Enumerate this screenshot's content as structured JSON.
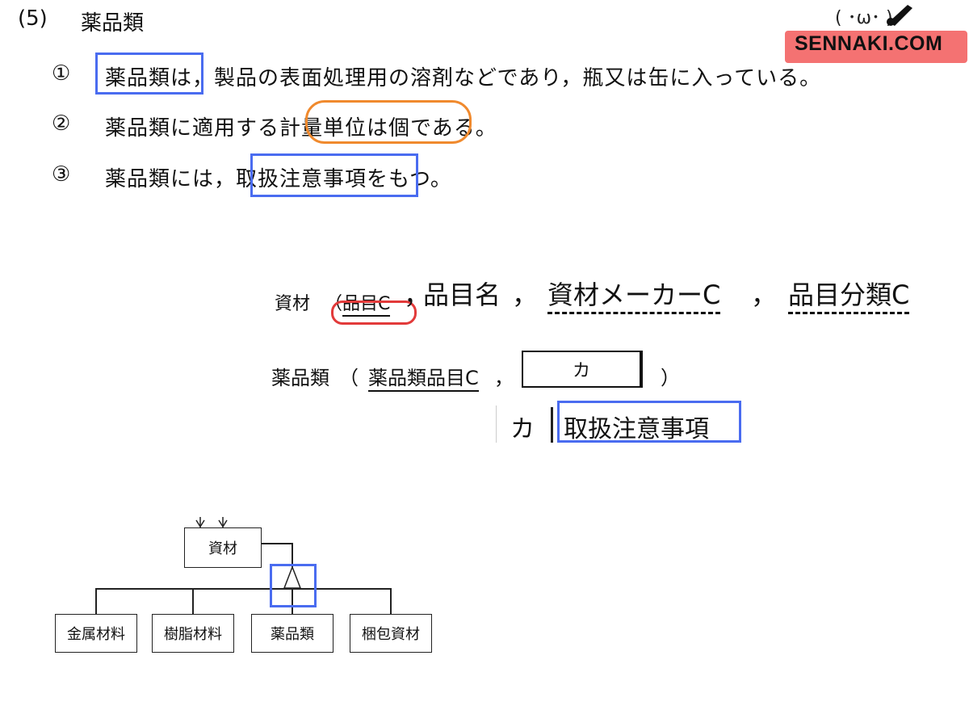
{
  "section": {
    "number": "(5)",
    "title": "薬品類"
  },
  "items": [
    {
      "marker": "①",
      "text": "薬品類は，製品の表面処理用の溶剤などであり，瓶又は缶に入っている。"
    },
    {
      "marker": "②",
      "text": "薬品類に適用する計量単位は個である。"
    },
    {
      "marker": "③",
      "text": "薬品類には，取扱注意事項をもつ。"
    }
  ],
  "relations": {
    "shizai": {
      "name": "資材",
      "open": "（",
      "key": "品目C",
      "comma1": "，",
      "attr1": "品目名",
      "comma2": "，",
      "fk1": "資材メーカーC",
      "comma3": "，",
      "fk2": "品目分類C"
    },
    "yakuhin": {
      "name": "薬品類",
      "open": "（",
      "key": "薬品類品目C",
      "comma": "，",
      "blank": "カ",
      "close": "）"
    },
    "answer": {
      "label": "カ",
      "value": "取扱注意事項"
    }
  },
  "diagram": {
    "parent": "資材",
    "children": [
      "金属材料",
      "樹脂材料",
      "薬品類",
      "梱包資材"
    ]
  },
  "logo": {
    "face": "( ･ω･ )",
    "text": "SENNAKI.COM"
  },
  "colors": {
    "blue_highlight": "#4a6cf0",
    "orange_highlight": "#f08a2e",
    "red_highlight": "#e23a3a",
    "logo_band": "#f47272"
  }
}
